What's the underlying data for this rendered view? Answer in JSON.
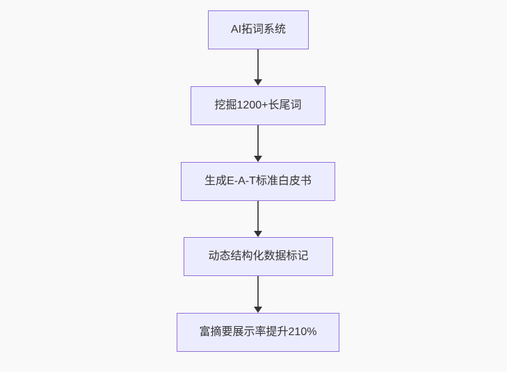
{
  "diagram": {
    "type": "flowchart",
    "direction": "top-to-bottom",
    "colors": {
      "background": "#f9f9f9",
      "node_fill": "#ECECFF",
      "node_border": "#9370DB",
      "node_text": "#333333",
      "edge_line": "#555555",
      "arrowhead": "#333333"
    },
    "nodes": [
      {
        "label": "AI拓词系统"
      },
      {
        "label": "挖掘1200+长尾词"
      },
      {
        "label": "生成E-A-T标准白皮书"
      },
      {
        "label": "动态结构化数据标记"
      },
      {
        "label": "富摘要展示率提升210%"
      }
    ],
    "edges": [
      {
        "from": "AI拓词系统",
        "to": "挖掘1200+长尾词"
      },
      {
        "from": "挖掘1200+长尾词",
        "to": "生成E-A-T标准白皮书"
      },
      {
        "from": "生成E-A-T标准白皮书",
        "to": "动态结构化数据标记"
      },
      {
        "from": "动态结构化数据标记",
        "to": "富摘要展示率提升210%"
      }
    ]
  }
}
